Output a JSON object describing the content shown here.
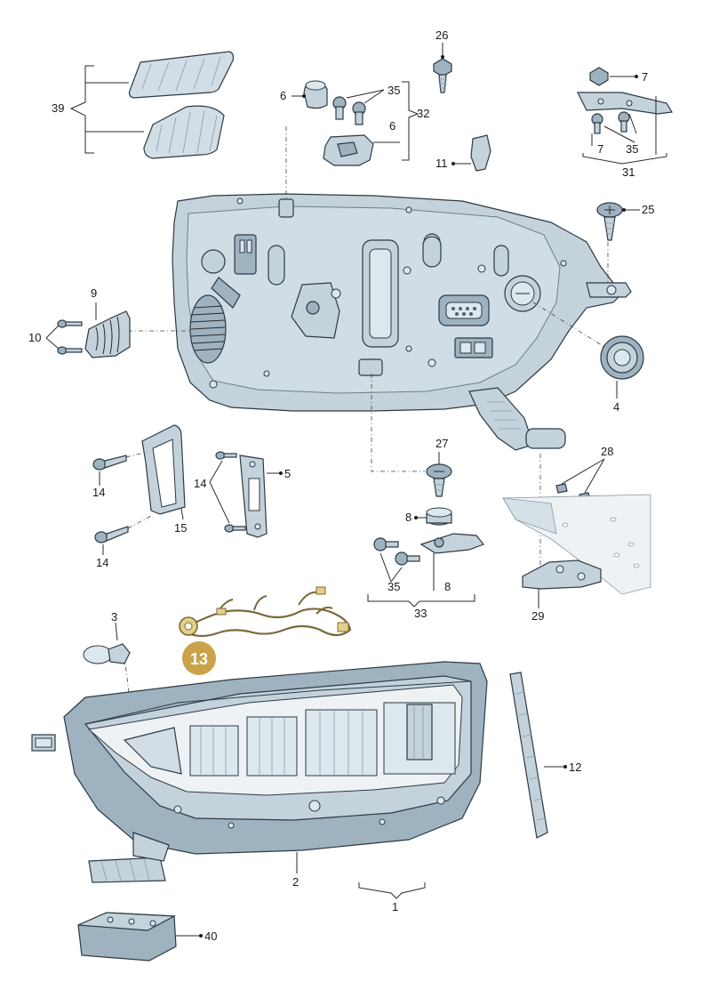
{
  "callouts": {
    "c1": "1",
    "c2": "2",
    "c3": "3",
    "c4": "4",
    "c5": "5",
    "c6a": "6",
    "c6b": "6",
    "c7a": "7",
    "c7b": "7",
    "c8a": "8",
    "c8b": "8",
    "c9": "9",
    "c10": "10",
    "c11": "11",
    "c12": "12",
    "c13": "13",
    "c14a": "14",
    "c14b": "14",
    "c14c": "14",
    "c15": "15",
    "c25": "25",
    "c26": "26",
    "c27": "27",
    "c28": "28",
    "c29": "29",
    "c31": "31",
    "c32": "32",
    "c33": "33",
    "c35a": "35",
    "c35b": "35",
    "c35c": "35",
    "c39": "39",
    "c40": "40"
  },
  "colors": {
    "part_fill": "#c4d2dc",
    "part_outline": "#2c3a44",
    "highlight_badge": "#c9a24a",
    "highlight_text": "#ffffff"
  }
}
